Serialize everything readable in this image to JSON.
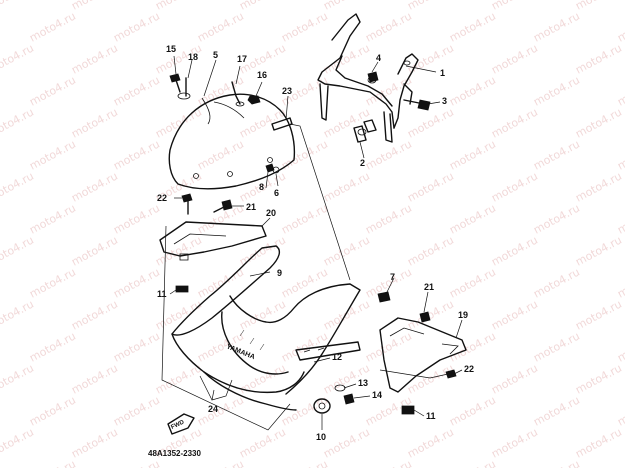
{
  "watermark": "moto4.ru",
  "diagram_code": "48A1352-2330",
  "brand_text": "YAMAHA",
  "fwd_label": "FWD",
  "callouts": {
    "c1": "1",
    "c2": "2",
    "c3": "3",
    "c4": "4",
    "c5": "5",
    "c6": "6",
    "c8": "8",
    "c9": "9",
    "c10": "10",
    "c11a": "11",
    "c11b": "11",
    "c12": "12",
    "c13": "13",
    "c14": "14",
    "c15": "15",
    "c16": "16",
    "c17": "17",
    "c18": "18",
    "c19": "19",
    "c20": "20",
    "c21a": "21",
    "c21b": "21",
    "c22a": "22",
    "c22b": "22",
    "c23": "23",
    "c24": "24",
    "c7": "7"
  }
}
